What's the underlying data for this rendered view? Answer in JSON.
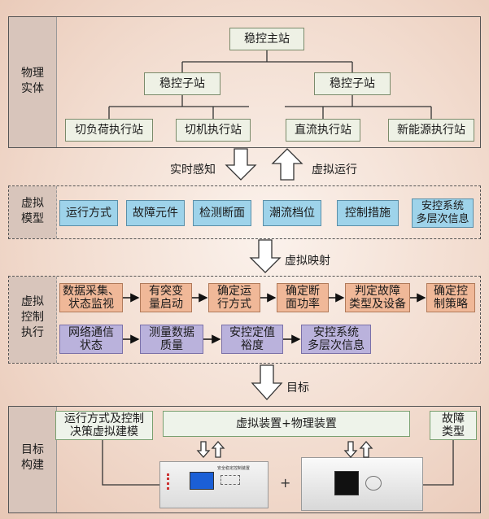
{
  "sections": {
    "physical": "物理\n实体",
    "virtual_model": "虚拟\n模型",
    "virtual_control": "虚拟\n控制\n执行",
    "target": "目标\n构建"
  },
  "physical": {
    "master": "稳控主站",
    "sub_left": "稳控子站",
    "sub_right": "稳控子站",
    "exec": [
      "切负荷执行站",
      "切机执行站",
      "直流执行站",
      "新能源执行站"
    ]
  },
  "transitions": {
    "sense": "实时感知",
    "run": "虚拟运行",
    "map": "虚拟映射",
    "goal": "目标"
  },
  "model_items": [
    "运行方式",
    "故障元件",
    "检测断面",
    "潮流档位",
    "控制措施",
    "安控系统\n多层次信息"
  ],
  "control_row1": [
    "数据采集、\n状态监视",
    "有突变\n量启动",
    "确定运\n行方式",
    "确定断\n面功率",
    "判定故障\n类型及设备",
    "确定控\n制策略"
  ],
  "control_row2": [
    "网络通信\n状态",
    "测量数据\n质量",
    "安控定值\n裕度",
    "安控系统\n多层次信息"
  ],
  "target": {
    "left": "运行方式及控制\n决策虚拟建模",
    "center": "虚拟装置+物理装置",
    "right": "故障\n类型",
    "plus": "+",
    "device1_title": "安全稳定控制装置"
  }
}
